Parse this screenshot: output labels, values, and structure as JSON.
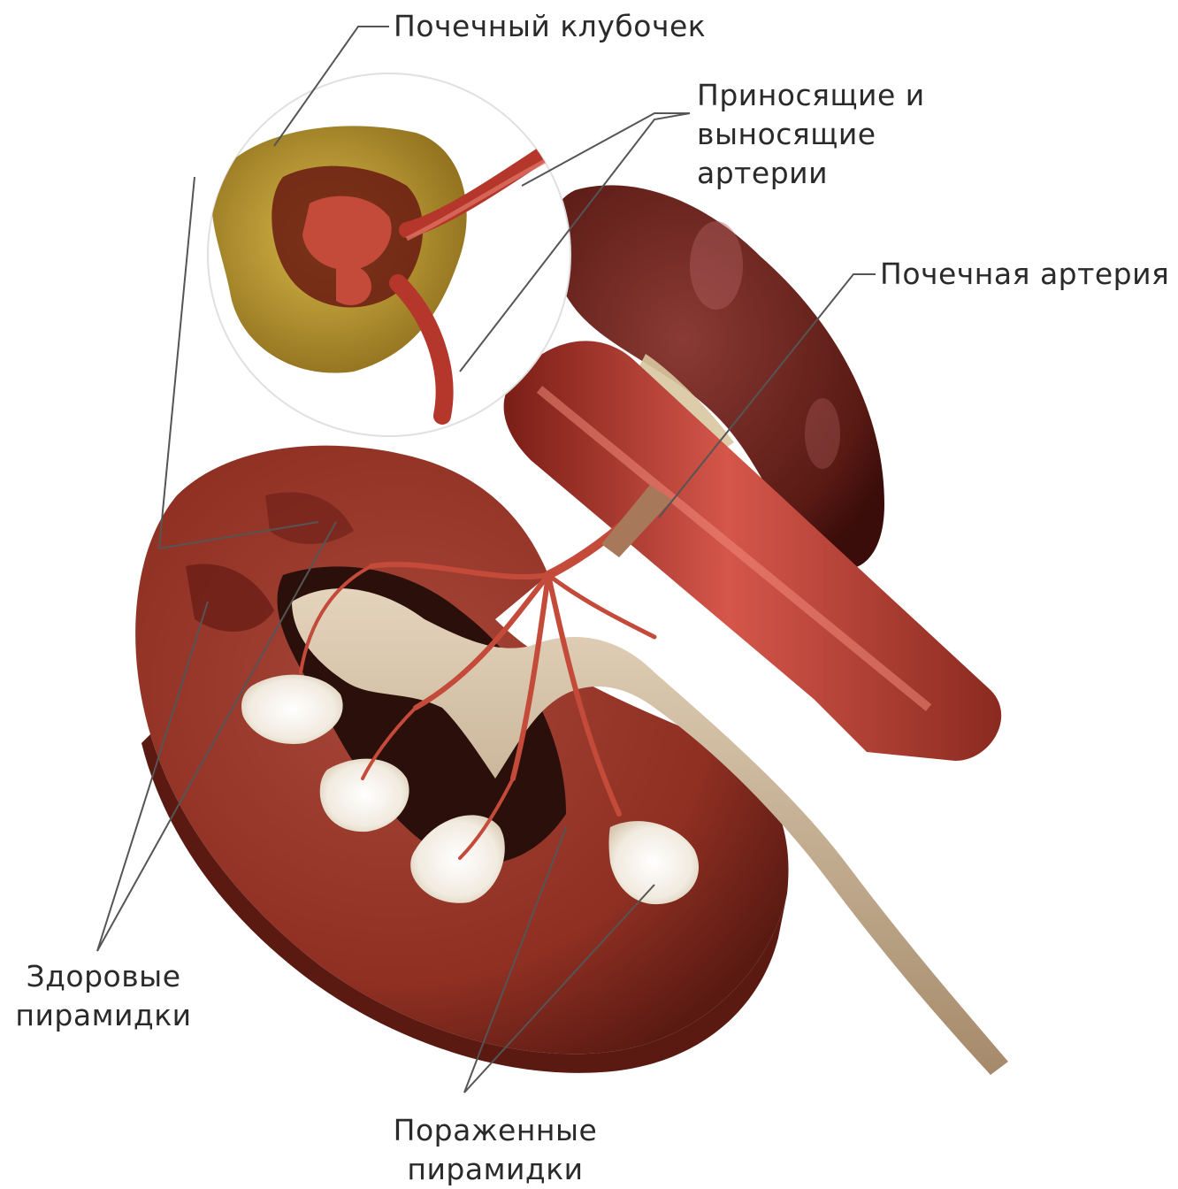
{
  "labels": {
    "glomerulus": "Почечный клубочек",
    "arterioles": [
      "Приносящие и",
      "выносящие",
      "артерии"
    ],
    "renal_artery": "Почечная артерия",
    "healthy_pyramids": [
      "Здоровые",
      "пирамидки"
    ],
    "damaged_pyramids": [
      "Пораженные",
      "пирамидки"
    ]
  },
  "colors": {
    "background": "#ffffff",
    "kidney_cortex": "#8e2f22",
    "kidney_dark": "#5a1a12",
    "artery": "#b8372c",
    "pelvis": "#c9b295",
    "pyramid_affected": "#f1ebe0",
    "glomerulus_tissue": "#b8952a",
    "leader_line": "#555555"
  }
}
